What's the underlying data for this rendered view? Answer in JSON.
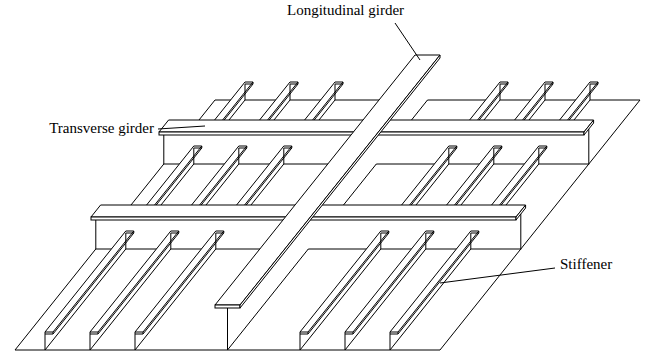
{
  "diagram": {
    "labels": [
      "Longitudinal girder",
      "Transverse girder",
      "Stiffener"
    ]
  }
}
